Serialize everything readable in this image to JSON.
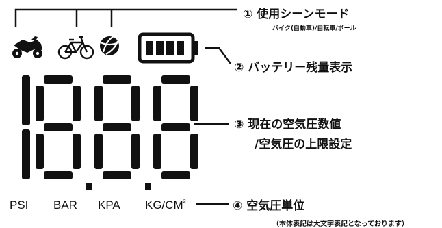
{
  "labels": {
    "mode_title": "① 使用シーンモード",
    "mode_sub": "バイク(自動車)/自転車/ボール",
    "battery_title": "② バッテリー残量表示",
    "pressure_line1": "③ 現在の空気圧数値",
    "pressure_line2": "/空気圧の上限設定",
    "unit_title": "④ 空気圧単位",
    "unit_sub": "（本体表記は大文字表記となっております）"
  },
  "units": {
    "psi": "PSI",
    "bar": "BAR",
    "kpa": "KPA",
    "kg": "KG/CM",
    "kg_sup": "2"
  },
  "icons": [
    "motorcycle-icon",
    "bicycle-icon",
    "ball-icon",
    "battery-icon"
  ],
  "display": {
    "digits": [
      "1",
      "8",
      "8",
      "8"
    ],
    "battery_bars": 4,
    "color": "#111111"
  }
}
